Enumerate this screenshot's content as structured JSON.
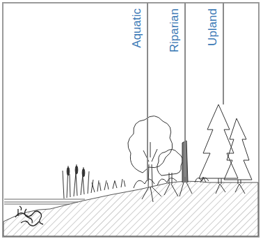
{
  "diagram": {
    "nodes": [
      {
        "text": [
          "Aquatic"
        ]
      },
      {
        "text": [
          "Riparian"
        ]
      },
      {
        "text": [
          "Upland"
        ]
      }
    ]
  }
}
